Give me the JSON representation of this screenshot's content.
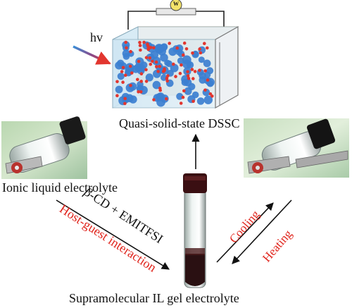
{
  "labels": {
    "cell_title": "Quasi-solid-state DSSC",
    "ionic_liquid": "Ionic liquid electrolyte",
    "gel": "Supramolecular IL gel electrolyte",
    "reactants_beta": "β",
    "reactants_rest": "-CD + EMITFSI",
    "host_guest": "Host-guest interaction",
    "cooling": "Cooling",
    "heating": "Heating",
    "hv": "hv",
    "bulb": "W"
  },
  "colors": {
    "red_text": "#e0241c",
    "arrow": "#111111",
    "blue_particle": "#3c7fd0",
    "red_particle": "#e2362f",
    "electrode_back": "#c8b896",
    "gel_dark": "#3a0f12"
  },
  "icons": [
    "light-bulb-icon",
    "light-ray-arrow-icon",
    "sample-vial-icon"
  ]
}
